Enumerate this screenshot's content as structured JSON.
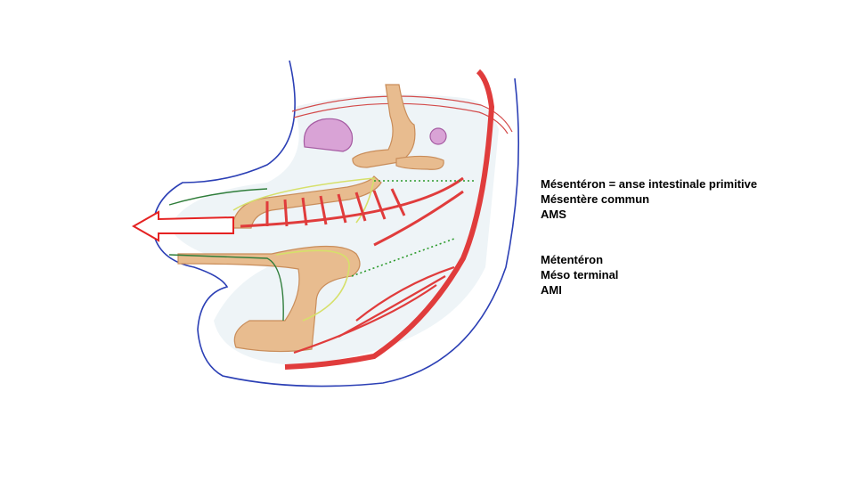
{
  "labels": {
    "group1": [
      "Mésentéron = anse intestinale primitive",
      "Mésentère commun",
      "AMS"
    ],
    "group2": [
      "Métentéron",
      "Méso terminal",
      "AMI"
    ]
  },
  "colors": {
    "body_wall": "#2b3fb5",
    "artery": "#e03c3c",
    "intestine_fill": "#e8bc8f",
    "intestine_outline": "#c98d5a",
    "mesentery_line": "#d6e06a",
    "peritoneum_green": "#2f7d3a",
    "stomach_fill": "#d9a3d6",
    "cavity_fill": "#eef4f7",
    "arrow": "#e52222",
    "leader_line": "#2c9a2c"
  }
}
